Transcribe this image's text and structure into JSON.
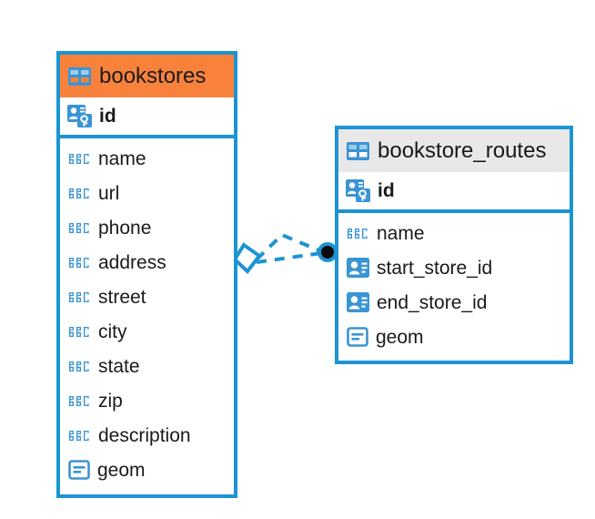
{
  "diagram": {
    "type": "entity-relationship-diagram",
    "colors": {
      "border": "#1c94d2",
      "header_accent": "#f8823c",
      "header_neutral": "#e8e8e8",
      "icon_blue": "#3a95d4",
      "text": "#1a1a1a",
      "connector": "#1c94d2",
      "connector_endpoint": "#000000"
    },
    "entities": [
      {
        "name": "bookstores",
        "header_style": "orange",
        "table_icon": "table-icon",
        "key_field": {
          "label": "id",
          "icon": "primary-key-icon"
        },
        "fields": [
          {
            "label": "name",
            "icon": "text-field-icon"
          },
          {
            "label": "url",
            "icon": "text-field-icon"
          },
          {
            "label": "phone",
            "icon": "text-field-icon"
          },
          {
            "label": "address",
            "icon": "text-field-icon"
          },
          {
            "label": "street",
            "icon": "text-field-icon"
          },
          {
            "label": "city",
            "icon": "text-field-icon"
          },
          {
            "label": "state",
            "icon": "text-field-icon"
          },
          {
            "label": "zip",
            "icon": "text-field-icon"
          },
          {
            "label": "description",
            "icon": "text-field-icon"
          },
          {
            "label": "geom",
            "icon": "geometry-field-icon"
          }
        ]
      },
      {
        "name": "bookstore_routes",
        "header_style": "gray",
        "table_icon": "table-icon",
        "key_field": {
          "label": "id",
          "icon": "primary-key-icon"
        },
        "fields": [
          {
            "label": "name",
            "icon": "text-field-icon"
          },
          {
            "label": "start_store_id",
            "icon": "foreign-key-icon"
          },
          {
            "label": "end_store_id",
            "icon": "foreign-key-icon"
          },
          {
            "label": "geom",
            "icon": "geometry-field-icon"
          }
        ]
      }
    ],
    "relationship": {
      "from": "bookstores",
      "to": "bookstore_routes",
      "line_style": "dashed",
      "source_marker": "diamond",
      "target_marker": "filled-circle"
    }
  }
}
